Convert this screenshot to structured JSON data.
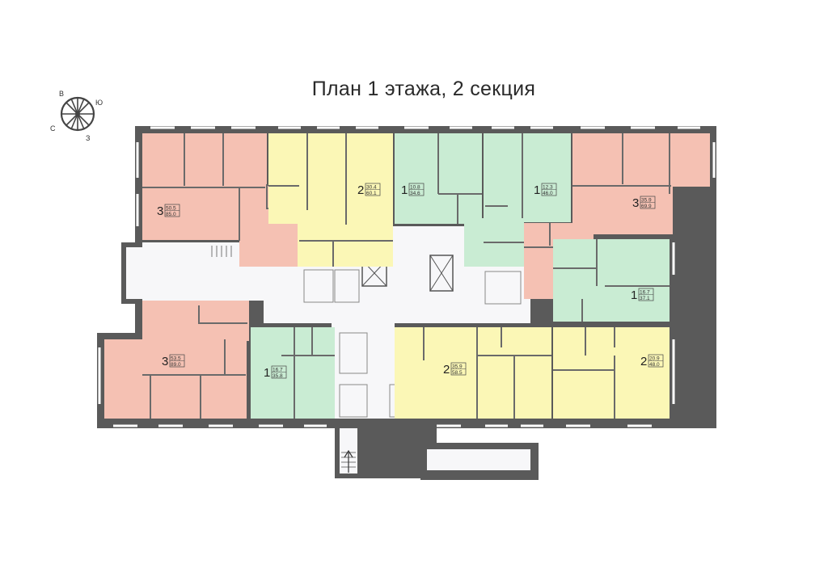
{
  "title": "План 1 этажа, 2 секция",
  "compass": {
    "north": "В",
    "east": "Ю",
    "west": "С",
    "south": "З"
  },
  "colors": {
    "three_room": "#f5c1b3",
    "two_room": "#fbf7b6",
    "one_room": "#c9ecd3",
    "common": "#f7f7f9",
    "wall": "#5a5a5a"
  },
  "apartments": [
    {
      "id": "apt-3-top-left",
      "rooms": "3",
      "area_living": "50.5",
      "area_total": "85.0"
    },
    {
      "id": "apt-2-top",
      "rooms": "2",
      "area_living": "30.4",
      "area_total": "60.1"
    },
    {
      "id": "apt-1-top-a",
      "rooms": "1",
      "area_living": "10.8",
      "area_total": "34.6"
    },
    {
      "id": "apt-1-top-b",
      "rooms": "1",
      "area_living": "12.3",
      "area_total": "46.0"
    },
    {
      "id": "apt-3-top-right",
      "rooms": "3",
      "area_living": "35.9",
      "area_total": "69.9"
    },
    {
      "id": "apt-1-right",
      "rooms": "1",
      "area_living": "16.7",
      "area_total": "37.1"
    },
    {
      "id": "apt-3-bottom-left",
      "rooms": "3",
      "area_living": "53.5",
      "area_total": "89.0"
    },
    {
      "id": "apt-1-bottom",
      "rooms": "1",
      "area_living": "16.7",
      "area_total": "35.8"
    },
    {
      "id": "apt-2-bottom-mid",
      "rooms": "2",
      "area_living": "35.9",
      "area_total": "58.5"
    },
    {
      "id": "apt-2-bottom-right",
      "rooms": "2",
      "area_living": "20.9",
      "area_total": "48.0"
    }
  ]
}
